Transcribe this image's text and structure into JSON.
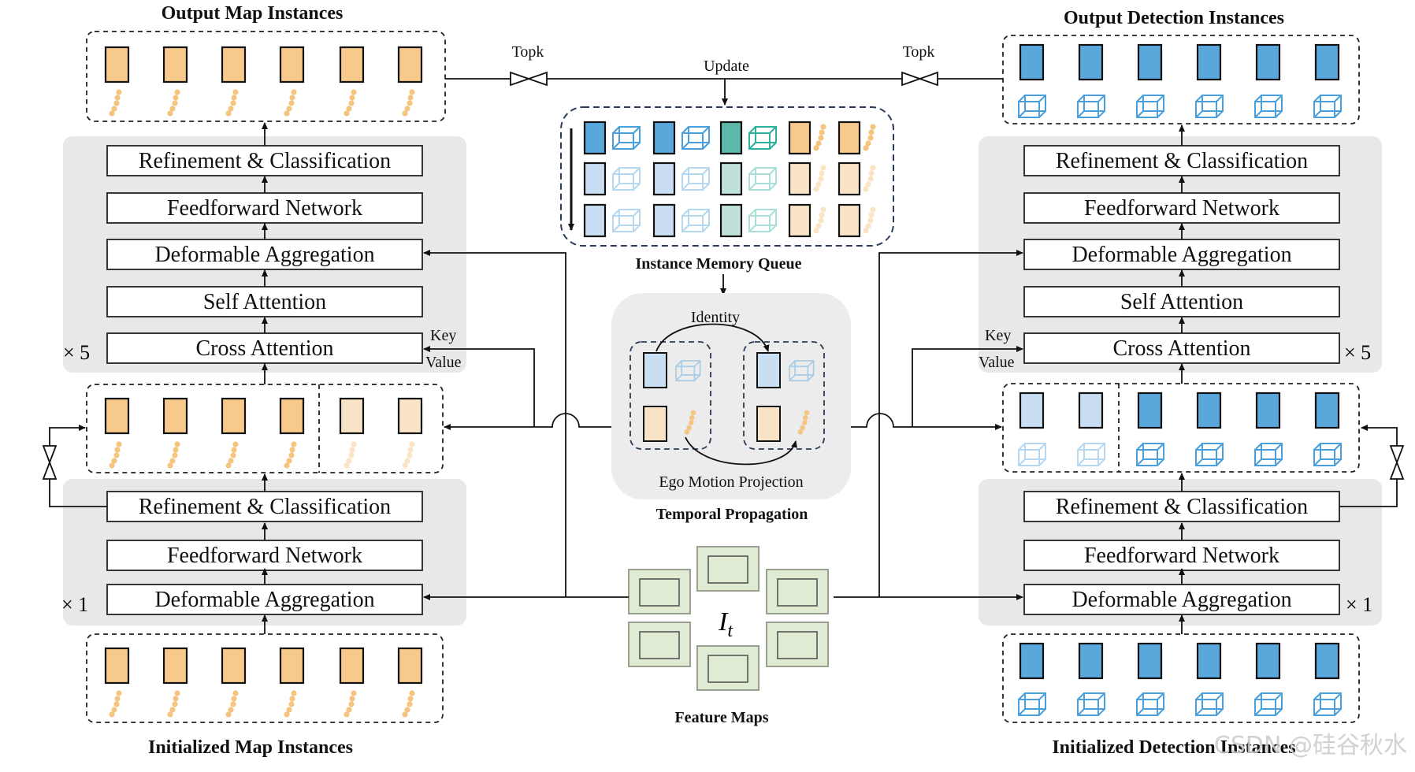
{
  "titles": {
    "output_map": "Output Map Instances",
    "output_det": "Output Detection Instances",
    "init_map": "Initialized Map Instances",
    "init_det": "Initialized Detection Instances",
    "memory_queue": "Instance Memory Queue",
    "temporal_propagation": "Temporal Propagation",
    "feature_maps": "Feature Maps"
  },
  "labels": {
    "topk_left": "Topk",
    "topk_right": "Topk",
    "update": "Update",
    "identity": "Identity",
    "ego_motion": "Ego Motion Projection",
    "key_left": "Key",
    "value_left": "Value",
    "key_right": "Key",
    "value_right": "Value",
    "times5_left": "× 5",
    "times1_left": "× 1",
    "times5_right": "× 5",
    "times1_right": "× 1",
    "feature_symbol": "I",
    "feature_sub": "t",
    "watermark": "CSDN @硅谷秋水"
  },
  "modules": {
    "refinement": "Refinement & Classification",
    "ffn": "Feedforward Network",
    "deform": "Deformable Aggregation",
    "self_attn": "Self Attention",
    "cross_attn": "Cross Attention"
  },
  "colors": {
    "map_orange": "#f7c98a",
    "map_orange_light": "#f8e3c6",
    "det_blue": "#5aa7dc",
    "det_blue_light": "#c9def3",
    "teal": "#5cb8a8",
    "panel_gray": "#e8e8e8",
    "feature_green": "#dfebd3",
    "border_navy": "#2b3b5c"
  }
}
